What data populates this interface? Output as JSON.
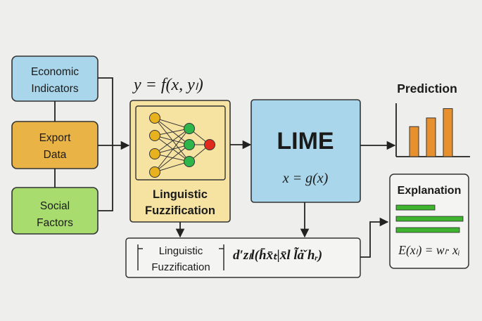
{
  "inputs": {
    "economic_line1": "Economic",
    "economic_line2": "Indicators",
    "export_line1": "Export",
    "export_line2": "Data",
    "social_line1": "Social",
    "social_line2": "Factors"
  },
  "model": {
    "formula": "y = f(x, yₗ)",
    "label_line1": "Linguistic",
    "label_line2": "Fuzzification"
  },
  "lime": {
    "title": "LIME",
    "formula": "x = g(x)"
  },
  "prediction": {
    "title": "Prediction",
    "bar_values": [
      0.45,
      0.58,
      0.72
    ]
  },
  "explanation": {
    "title": "Explanation",
    "bar_values": [
      0.55,
      0.95,
      0.9
    ],
    "formula": "E(xₗ) = wₗ· xᵢ"
  },
  "bottom": {
    "label_line1": "Linguistic",
    "label_line2": "Fuzzification",
    "garbled_text": "d′zₗl(h̄x̄ₜ|x̄l l̃ȧ̌ hᵣ)"
  },
  "colors": {
    "economic": "#a9d6ea",
    "export": "#e9b445",
    "social": "#a9dc6e",
    "model": "#f6e3a2",
    "lime": "#a9d6ea",
    "bar_orange": "#e8902e",
    "bar_green": "#3fb52f",
    "node_yellow": "#e8b21e",
    "node_green": "#2fb64a",
    "node_red": "#e02a1e"
  }
}
